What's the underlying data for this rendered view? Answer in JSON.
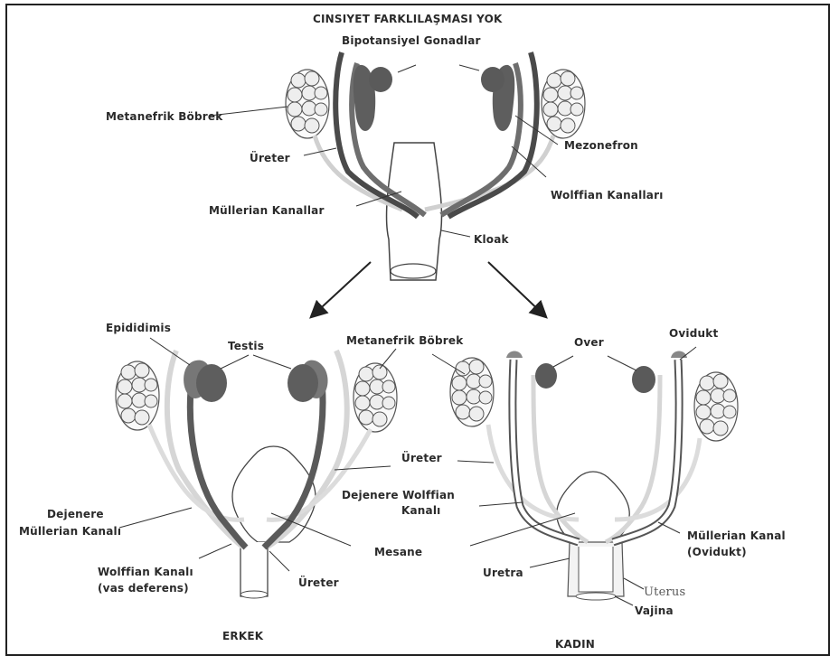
{
  "title": "CINSIYET FARKLILAŞMASI YOK",
  "top": {
    "gonads": "Bipotansiyel Gonadlar",
    "metanephric_kidney": "Metanefrik Böbrek",
    "ureter": "Üreter",
    "mullerian_ducts": "Müllerian Kanallar",
    "mesonephros": "Mezonefron",
    "wolffian_ducts": "Wolffian Kanalları",
    "cloaca": "Kloak"
  },
  "male": {
    "caption": "ERKEK",
    "epididymis": "Epididimis",
    "testis": "Testis",
    "metanephric_kidney": "Metanefrik Böbrek",
    "degenerate_mullerian_line1": "Dejenere",
    "degenerate_mullerian_line2": "Müllerian Kanalı",
    "wolffian_duct_line1": "Wolffian Kanalı",
    "wolffian_duct_line2": "(vas deferens)",
    "ureter": "Üreter"
  },
  "female": {
    "caption": "KADIN",
    "ovary": "Over",
    "oviduct": "Ovidukt",
    "ureter": "Üreter",
    "degenerate_wolffian_line1": "Dejenere Wolffian",
    "degenerate_wolffian_line2": "Kanalı",
    "bladder": "Mesane",
    "mullerian_duct_line1": "Müllerian Kanal",
    "mullerian_duct_line2": "(Ovidukt)",
    "urethra": "Uretra",
    "uterus": "Uterus",
    "vagina": "Vajina"
  },
  "colors": {
    "duct_dark": "#4a4a4a",
    "gonad": "#6e6e6e",
    "kidney_fill": "#f2f2f2",
    "kidney_stroke": "#555555",
    "pale_duct": "#d4d4d4",
    "line": "#333333"
  }
}
